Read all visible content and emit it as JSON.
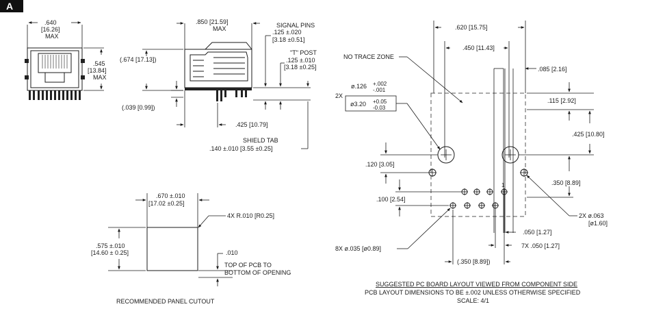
{
  "badge": "A",
  "front_view": {
    "width_dim": ".640",
    "width_mm": "[16.26]",
    "width_note": "MAX",
    "height_dim": ".545",
    "height_mm": "[13.84]",
    "height_note": "MAX"
  },
  "side_view": {
    "overall_len": ".850 [21.59]",
    "overall_note": "MAX",
    "height": "(.674 [17.13])",
    "pcb_offset": "(.039 [0.99])",
    "post_offset": ".425 [10.79]",
    "signal_pins_label": "SIGNAL PINS",
    "signal_pins_dim": ".125 ±.020",
    "signal_pins_mm": "[3.18 ±0.51]",
    "t_post_label": "\"T\" POST",
    "t_post_dim": ".125 ±.010",
    "t_post_mm": "[3.18 ±0.25]",
    "shield_tab_label": "SHIELD TAB",
    "shield_tab_dim": ".140 ±.010 [3.55 ±0.25]"
  },
  "panel_cutout": {
    "width_dim": ".670 ±.010",
    "width_mm": "[17.02 ±0.25]",
    "radius": "4X R.010 [R0.25]",
    "height_dim": ".575 ±.010",
    "height_mm": "[14.60 ± 0.25]",
    "pcb_gap": ".010",
    "pcb_note_1": "TOP OF PCB TO",
    "pcb_note_2": "BOTTOM OF OPENING",
    "caption": "RECOMMENDED PANEL CUTOUT"
  },
  "pcb_layout": {
    "dim_620": ".620 [15.75]",
    "dim_450": ".450 [11.43]",
    "dim_085": ".085 [2.16]",
    "dim_115": ".115 [2.92]",
    "dim_425": ".425 [10.80]",
    "dim_350": ".350 [8.89]",
    "dim_120": ".120 [3.05]",
    "dim_100": ".100 [2.54]",
    "dim_050": ".050 [1.27]",
    "dim_7x050": "7X .050 [1.27]",
    "dim_350b": "(.350 [8.89])",
    "no_trace": "NO TRACE ZONE",
    "hole_126_qty": "2X",
    "hole_126": "ø.126",
    "hole_126_tol_plus": "+.002",
    "hole_126_tol_minus": "-.001",
    "hole_320": "ø3.20",
    "hole_320_tol_plus": "+0.05",
    "hole_320_tol_minus": "-0.03",
    "hole_063": "2X ø.063",
    "hole_063_mm": "[ø1.60]",
    "hole_035": "8X ø.035 [ø0.89]",
    "pin_one": "1",
    "caption_1": "SUGGESTED PC BOARD LAYOUT VIEWED FROM COMPONENT SIDE",
    "caption_2": "PCB LAYOUT DIMENSIONS TO BE ±.002 UNLESS OTHERWISE SPECIFIED",
    "caption_3": "SCALE: 4/1"
  }
}
